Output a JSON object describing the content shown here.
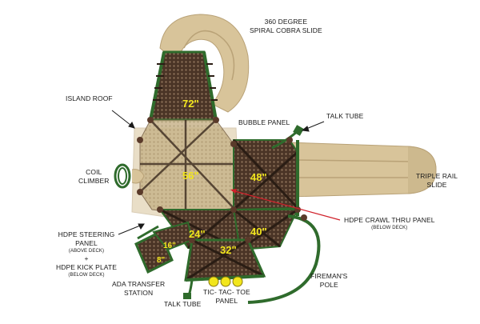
{
  "labels": {
    "spiral_slide": [
      "360 DEGREE",
      "SPIRAL COBRA SLIDE"
    ],
    "island_roof": [
      "ISLAND ROOF"
    ],
    "bubble_panel": [
      "BUBBLE PANEL"
    ],
    "talk_tube_top": [
      "TALK TUBE"
    ],
    "coil_climber": [
      "COIL",
      "CLIMBER"
    ],
    "triple_rail_slide": [
      "TRIPLE RAIL",
      "SLIDE"
    ],
    "crawl_thru_panel": [
      "HDPE CRAWL THRU PANEL"
    ],
    "crawl_thru_note": "(BELOW DECK)",
    "steering_panel": [
      "HDPE STEERING",
      "PANEL"
    ],
    "steering_note": "(ABOVE DECK)",
    "plus": "+",
    "kick_plate": [
      "HDPE KICK PLATE"
    ],
    "kick_plate_note": "(BELOW DECK)",
    "firemans_pole": [
      "FIREMAN'S",
      "POLE"
    ],
    "ada_station": [
      "ADA TRANSFER",
      "STATION"
    ],
    "talk_tube_bottom": [
      "TALK TUBE"
    ],
    "tic_tac_toe": [
      "TIC- TAC- TOE",
      "PANEL"
    ]
  },
  "heights": {
    "top": "72\"",
    "center": "56\"",
    "right": "48\"",
    "lower_right": "40\"",
    "lower_left": "24\"",
    "bottom": "32\"",
    "ada": "8\"",
    "step": "16\""
  },
  "colors": {
    "tan": "#d8c49a",
    "tan_dark": "#b9a277",
    "brown_mesh": "#4a3426",
    "green": "#2f6b2c",
    "height_text": "#f2e61c",
    "callout_red": "#d0202a"
  }
}
